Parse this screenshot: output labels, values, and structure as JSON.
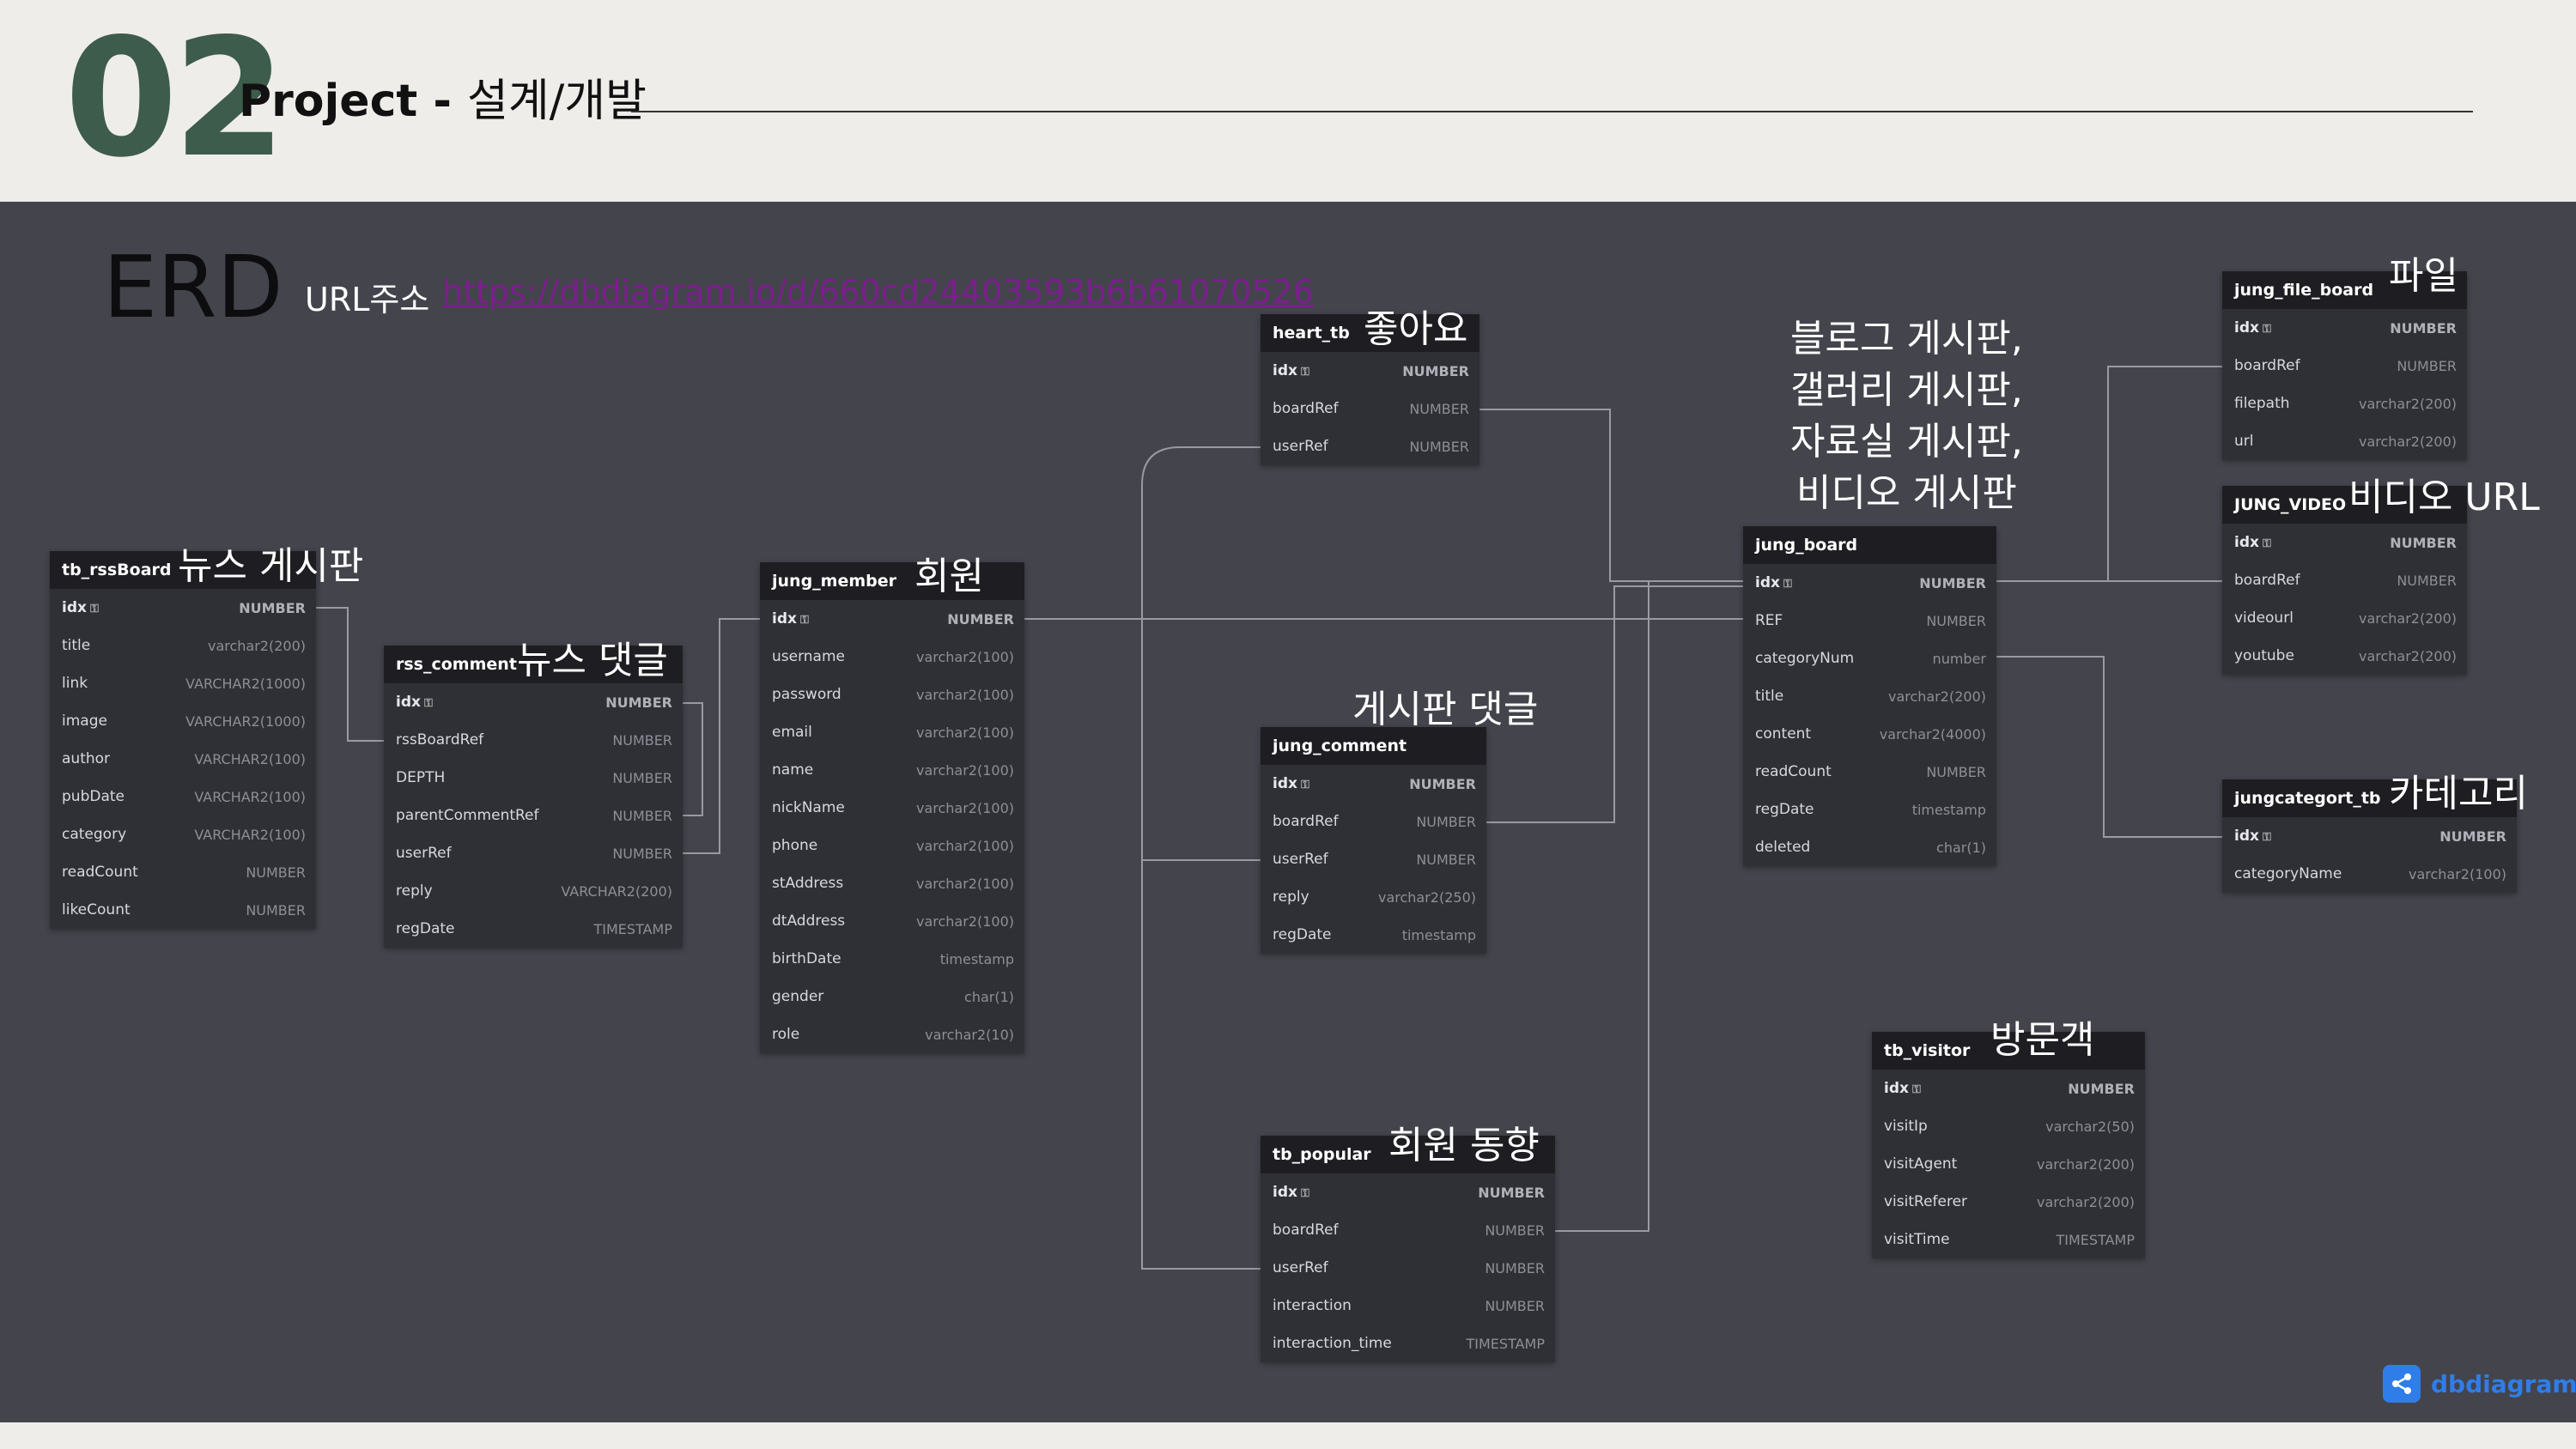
{
  "header": {
    "number": "02",
    "title_bold": "Project - ",
    "title_rest": "설계/개발"
  },
  "erd": {
    "title": "ERD",
    "url_label": "URL주소",
    "url": "https://dbdiagram.io/d/660cd24403593b6b61070526"
  },
  "labels": {
    "rss": "뉴스 게시판",
    "rss_comment": "뉴스 댓글",
    "member": "회원",
    "heart": "좋아요",
    "board_comment": "게시판 댓글",
    "popular": "회원 동향",
    "board": [
      "블로그 게시판,",
      "갤러리 게시판,",
      "자료실 게시판,",
      "비디오 게시판"
    ],
    "file": "파일",
    "video": "비디오 URL",
    "category": "카테고리",
    "visitor": "방문객"
  },
  "tables": {
    "rss": {
      "name": "tb_rssBoard",
      "rows": [
        {
          "col": "idx",
          "type": "NUMBER",
          "pk": true
        },
        {
          "col": "title",
          "type": "varchar2(200)"
        },
        {
          "col": "link",
          "type": "VARCHAR2(1000)"
        },
        {
          "col": "image",
          "type": "VARCHAR2(1000)"
        },
        {
          "col": "author",
          "type": "VARCHAR2(100)"
        },
        {
          "col": "pubDate",
          "type": "VARCHAR2(100)"
        },
        {
          "col": "category",
          "type": "VARCHAR2(100)"
        },
        {
          "col": "readCount",
          "type": "NUMBER"
        },
        {
          "col": "likeCount",
          "type": "NUMBER"
        }
      ]
    },
    "rss_comment": {
      "name": "rss_comment",
      "rows": [
        {
          "col": "idx",
          "type": "NUMBER",
          "pk": true
        },
        {
          "col": "rssBoardRef",
          "type": "NUMBER"
        },
        {
          "col": "DEPTH",
          "type": "NUMBER"
        },
        {
          "col": "parentCommentRef",
          "type": "NUMBER"
        },
        {
          "col": "userRef",
          "type": "NUMBER"
        },
        {
          "col": "reply",
          "type": "VARCHAR2(200)"
        },
        {
          "col": "regDate",
          "type": "TIMESTAMP"
        }
      ]
    },
    "member": {
      "name": "jung_member",
      "rows": [
        {
          "col": "idx",
          "type": "NUMBER",
          "pk": true
        },
        {
          "col": "username",
          "type": "varchar2(100)"
        },
        {
          "col": "password",
          "type": "varchar2(100)"
        },
        {
          "col": "email",
          "type": "varchar2(100)"
        },
        {
          "col": "name",
          "type": "varchar2(100)"
        },
        {
          "col": "nickName",
          "type": "varchar2(100)"
        },
        {
          "col": "phone",
          "type": "varchar2(100)"
        },
        {
          "col": "stAddress",
          "type": "varchar2(100)"
        },
        {
          "col": "dtAddress",
          "type": "varchar2(100)"
        },
        {
          "col": "birthDate",
          "type": "timestamp"
        },
        {
          "col": "gender",
          "type": "char(1)"
        },
        {
          "col": "role",
          "type": "varchar2(10)"
        }
      ]
    },
    "heart": {
      "name": "heart_tb",
      "rows": [
        {
          "col": "idx",
          "type": "NUMBER",
          "pk": true
        },
        {
          "col": "boardRef",
          "type": "NUMBER"
        },
        {
          "col": "userRef",
          "type": "NUMBER"
        }
      ]
    },
    "board_comment": {
      "name": "jung_comment",
      "rows": [
        {
          "col": "idx",
          "type": "NUMBER",
          "pk": true
        },
        {
          "col": "boardRef",
          "type": "NUMBER"
        },
        {
          "col": "userRef",
          "type": "NUMBER"
        },
        {
          "col": "reply",
          "type": "varchar2(250)"
        },
        {
          "col": "regDate",
          "type": "timestamp"
        }
      ]
    },
    "popular": {
      "name": "tb_popular",
      "rows": [
        {
          "col": "idx",
          "type": "NUMBER",
          "pk": true
        },
        {
          "col": "boardRef",
          "type": "NUMBER"
        },
        {
          "col": "userRef",
          "type": "NUMBER"
        },
        {
          "col": "interaction",
          "type": "NUMBER"
        },
        {
          "col": "interaction_time",
          "type": "TIMESTAMP"
        }
      ]
    },
    "board": {
      "name": "jung_board",
      "rows": [
        {
          "col": "idx",
          "type": "NUMBER",
          "pk": true
        },
        {
          "col": "REF",
          "type": "NUMBER"
        },
        {
          "col": "categoryNum",
          "type": "number"
        },
        {
          "col": "title",
          "type": "varchar2(200)"
        },
        {
          "col": "content",
          "type": "varchar2(4000)"
        },
        {
          "col": "readCount",
          "type": "NUMBER"
        },
        {
          "col": "regDate",
          "type": "timestamp"
        },
        {
          "col": "deleted",
          "type": "char(1)"
        }
      ]
    },
    "file": {
      "name": "jung_file_board",
      "rows": [
        {
          "col": "idx",
          "type": "NUMBER",
          "pk": true
        },
        {
          "col": "boardRef",
          "type": "NUMBER"
        },
        {
          "col": "filepath",
          "type": "varchar2(200)"
        },
        {
          "col": "url",
          "type": "varchar2(200)"
        }
      ]
    },
    "video": {
      "name": "JUNG_VIDEO",
      "rows": [
        {
          "col": "idx",
          "type": "NUMBER",
          "pk": true
        },
        {
          "col": "boardRef",
          "type": "NUMBER"
        },
        {
          "col": "videourl",
          "type": "varchar2(200)"
        },
        {
          "col": "youtube",
          "type": "varchar2(200)"
        }
      ]
    },
    "category": {
      "name": "jungcategort_tb",
      "rows": [
        {
          "col": "idx",
          "type": "NUMBER",
          "pk": true
        },
        {
          "col": "categoryName",
          "type": "varchar2(100)"
        }
      ]
    },
    "visitor": {
      "name": "tb_visitor",
      "rows": [
        {
          "col": "idx",
          "type": "NUMBER",
          "pk": true
        },
        {
          "col": "visitIp",
          "type": "varchar2(50)"
        },
        {
          "col": "visitAgent",
          "type": "varchar2(200)"
        },
        {
          "col": "visitReferer",
          "type": "varchar2(200)"
        },
        {
          "col": "visitTime",
          "type": "TIMESTAMP"
        }
      ]
    }
  },
  "brand": "dbdiagram.io",
  "colors": {
    "accent_green": "#3d5c4b",
    "panel": "#44444c",
    "link": "#7a1f8c",
    "brand": "#2f7de8"
  }
}
